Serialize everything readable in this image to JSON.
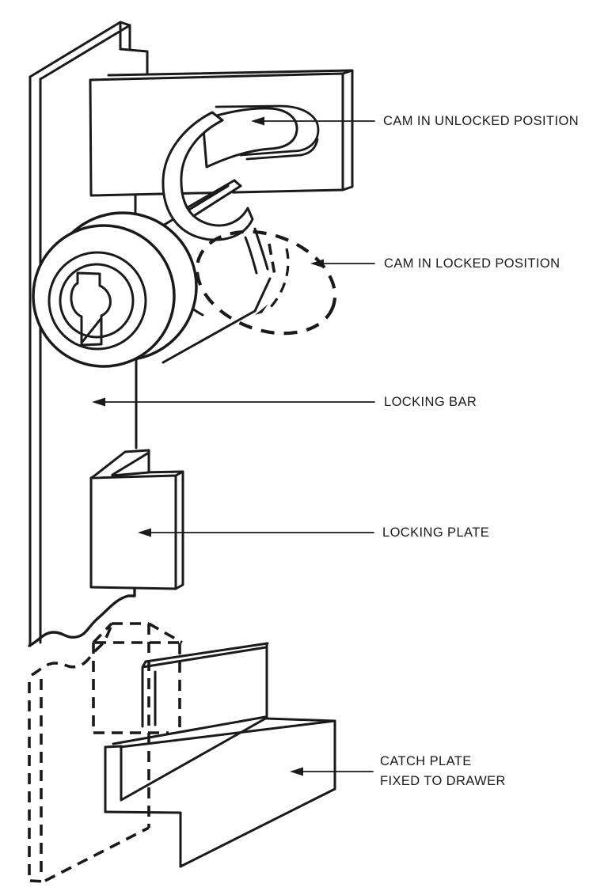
{
  "diagram": {
    "line_color": "#1a1a1a",
    "background": "#ffffff",
    "labels": {
      "cam_unlocked": "CAM IN UNLOCKED POSITION",
      "cam_locked": "CAM IN LOCKED POSITION",
      "locking_bar": "LOCKING BAR",
      "locking_plate": "LOCKING PLATE",
      "catch_plate_line1": "CATCH PLATE",
      "catch_plate_line2": "FIXED TO DRAWER"
    }
  }
}
